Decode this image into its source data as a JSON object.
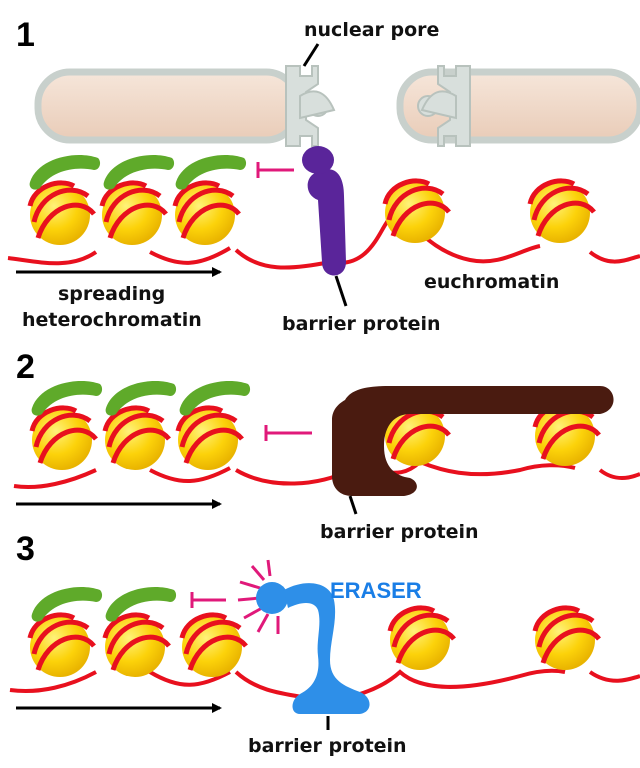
{
  "panels": [
    {
      "number": "1",
      "labels": {
        "nuclear_pore": "nuclear pore",
        "spreading_line1": "spreading",
        "spreading_line2": "heterochromatin",
        "euchromatin": "euchromatin",
        "barrier": "barrier protein"
      }
    },
    {
      "number": "2",
      "labels": {
        "barrier": "barrier protein"
      }
    },
    {
      "number": "3",
      "labels": {
        "eraser": "ERASER",
        "barrier": "barrier protein"
      }
    }
  ],
  "colors": {
    "dna": "#e8101e",
    "histone": "#fcd20a",
    "heterochromatin_cap": "#5faa2a",
    "inhibition": "#e0197a",
    "barrier_panel1": "#5a259a",
    "barrier_panel2": "#4a1b10",
    "barrier_panel3": "#2e8fe8",
    "eraser_text": "#1a7ee6",
    "eraser_burst": "#e0197a",
    "membrane_fill": "#f0d7c7",
    "membrane_edge": "#c8d0cc"
  }
}
